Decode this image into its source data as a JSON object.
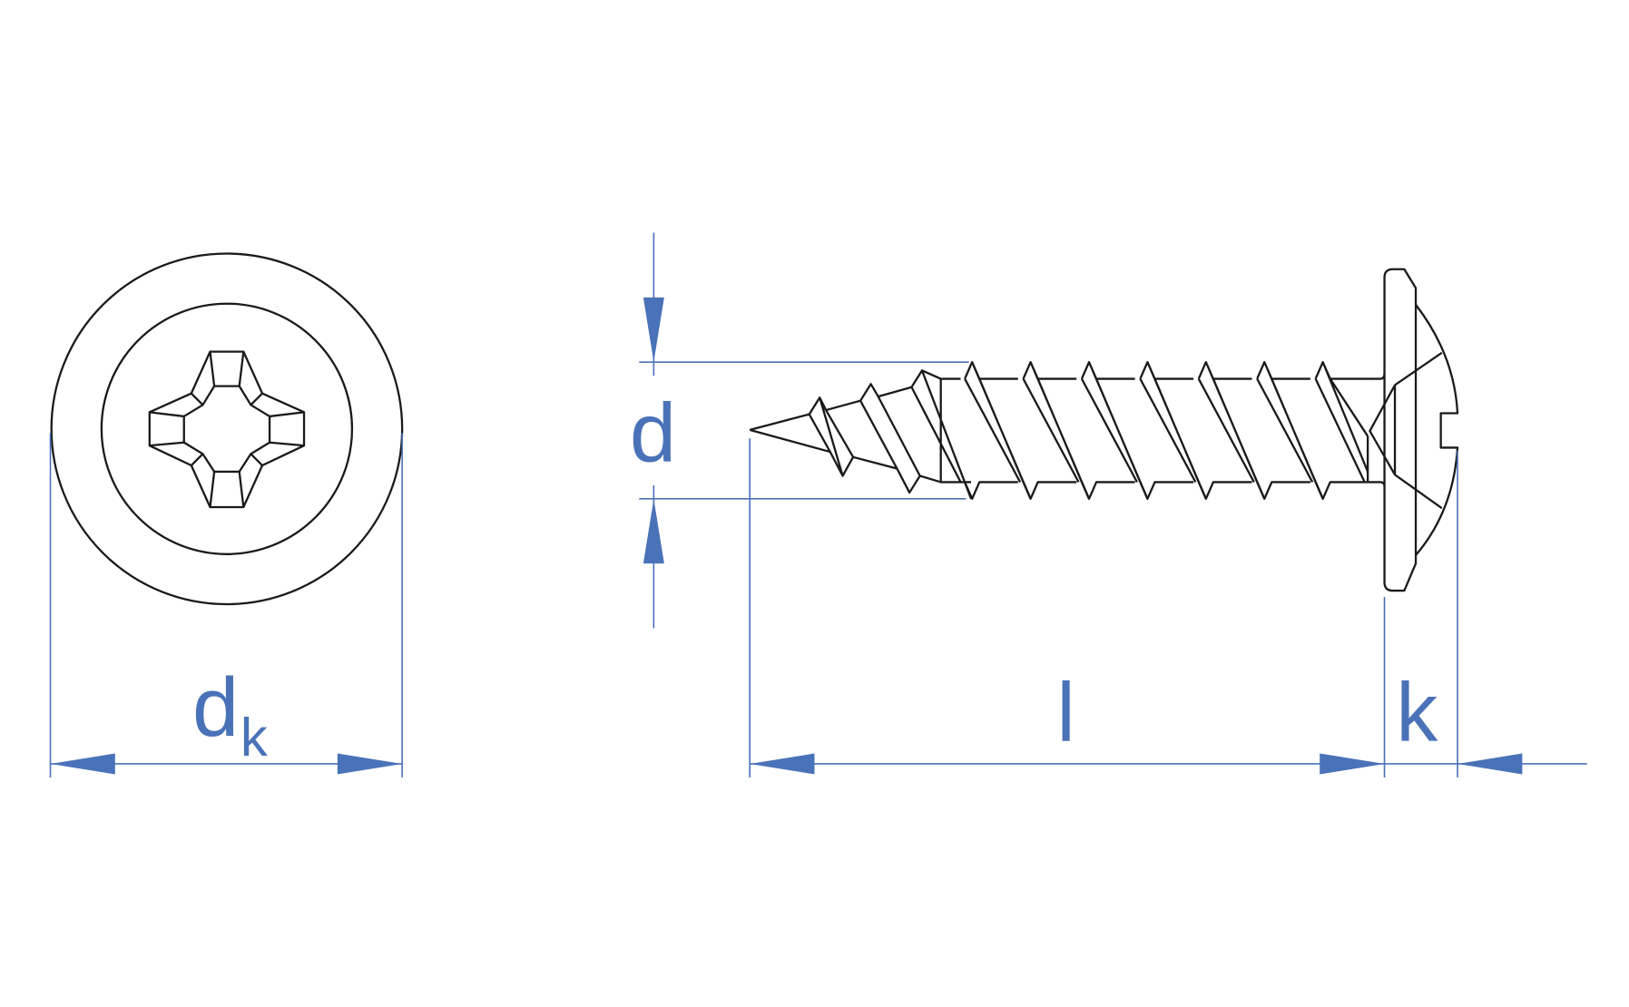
{
  "labels": {
    "head_diameter": "d",
    "head_diameter_subscript": "k",
    "thread_diameter": "d",
    "length": "l",
    "head_height": "k"
  },
  "colors": {
    "dimension": "#4a72b8",
    "outline": "#1a1a1a"
  }
}
